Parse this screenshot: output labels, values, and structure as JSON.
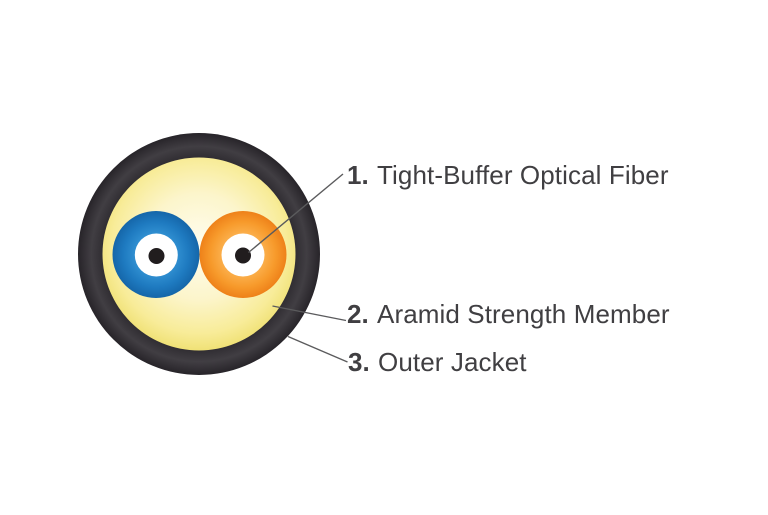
{
  "diagram": {
    "subject": "fiber-optic-cable-cross-section",
    "callouts": [
      {
        "number": "1.",
        "label": "Tight-Buffer Optical Fiber"
      },
      {
        "number": "2.",
        "label": "Aramid Strength Member"
      },
      {
        "number": "3.",
        "label": "Outer Jacket"
      }
    ],
    "colors": {
      "background": "#ffffff",
      "jacket_base": "#312e33",
      "jacket_highlight": "#413e43",
      "jacket_edge": "#272429",
      "aramid_center": "#fffdf0",
      "aramid_mid": "#fcf5cb",
      "aramid_deep": "#f8ec99",
      "aramid_edge": "#efe072",
      "fiber_blue_light": "#2f8ed0",
      "fiber_blue": "#1e7ac0",
      "fiber_blue_dark": "#1566a9",
      "fiber_orange_light": "#fbae4a",
      "fiber_orange": "#f79a2b",
      "fiber_orange_dark": "#ee8119",
      "fiber_cladding": "#ffffff",
      "fiber_core": "#211d1e",
      "leader_line": "#5b5b5d",
      "label_text": "#403f42"
    }
  }
}
